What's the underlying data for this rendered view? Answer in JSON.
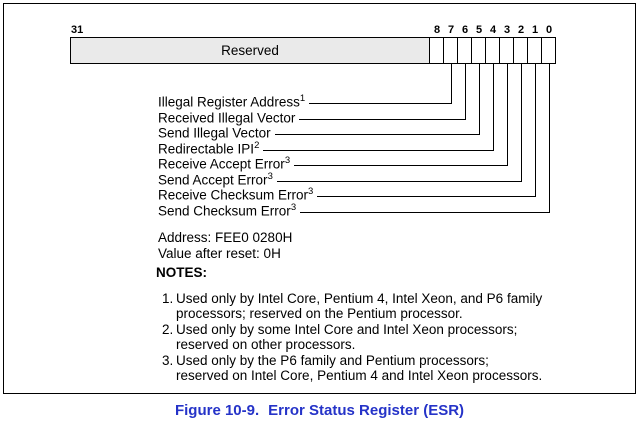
{
  "register": {
    "left_bit_label": "31",
    "reserved_label": "Reserved",
    "bit_numbers": [
      "8",
      "7",
      "6",
      "5",
      "4",
      "3",
      "2",
      "1",
      "0"
    ]
  },
  "fields": [
    {
      "label": "Illegal Register Address",
      "sup": "1",
      "bit": "7"
    },
    {
      "label": "Received Illegal Vector",
      "sup": "",
      "bit": "6"
    },
    {
      "label": "Send Illegal Vector",
      "sup": "",
      "bit": "5"
    },
    {
      "label": "Redirectable IPI",
      "sup": "2",
      "bit": "4"
    },
    {
      "label": "Receive Accept Error",
      "sup": "3",
      "bit": "3"
    },
    {
      "label": "Send Accept Error",
      "sup": "3",
      "bit": "2"
    },
    {
      "label": "Receive Checksum Error",
      "sup": "3",
      "bit": "1"
    },
    {
      "label": "Send Checksum Error",
      "sup": "3",
      "bit": "0"
    }
  ],
  "info": {
    "address": "Address: FEE0 0280H",
    "reset_value": "Value after reset: 0H"
  },
  "notes": {
    "heading": "NOTES:",
    "items": [
      {
        "num": "1.",
        "lines": [
          "Used only by Intel Core, Pentium 4, Intel Xeon, and P6 family",
          "processors; reserved on the Pentium processor."
        ]
      },
      {
        "num": "2.",
        "lines": [
          "Used only by some Intel Core and Intel Xeon processors;",
          "reserved on other processors."
        ]
      },
      {
        "num": "3.",
        "lines": [
          "Used only by the P6 family and Pentium processors;",
          "reserved on Intel Core, Pentium 4 and Intel Xeon processors."
        ]
      }
    ]
  },
  "caption": {
    "number": "Figure 10-9.",
    "title": "Error Status Register (ESR)"
  },
  "colors": {
    "caption_blue": "#2533c8",
    "reserved_gray": "#eaeaea"
  }
}
